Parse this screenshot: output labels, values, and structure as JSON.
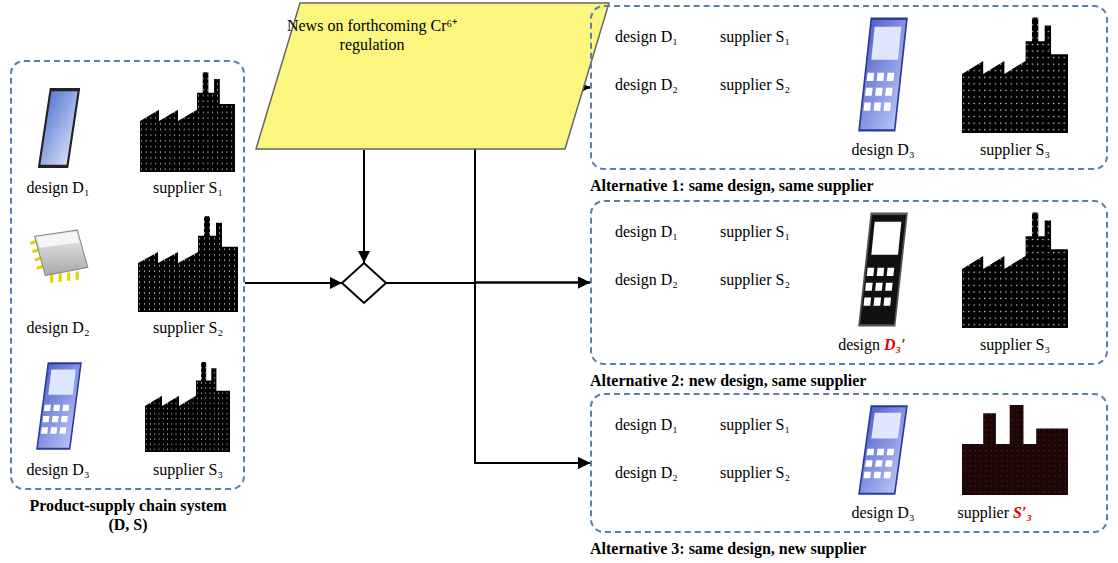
{
  "diagram": {
    "nodes": [
      {
        "text": [
          "design D₁",
          "supplier S₁",
          "design D₂",
          "supplier S₂",
          "design D₃",
          "supplier S₃",
          "Product-supply chain system (D, S)"
        ]
      },
      {
        "text": [
          "News on forthcoming Cr⁶⁺ regulation"
        ]
      },
      {
        "text": [
          "design D₁",
          "supplier S₁",
          "design D₂",
          "supplier S₂",
          "design D₃",
          "supplier S₃",
          "Alternative 1: same design, same supplier"
        ]
      },
      {
        "text": [
          "design D₁",
          "supplier S₁",
          "design D₂",
          "supplier S₂",
          "design",
          "D₃′",
          "supplier S₃",
          "Alternative 2: new design, same supplier"
        ]
      },
      {
        "text": [
          "design D₁",
          "supplier S₁",
          "design D₂",
          "supplier S₂",
          "design D₃",
          "supplier",
          "S′₃",
          "Alternative 3: same design, new supplier"
        ]
      }
    ],
    "edges": [
      {
        "from": 0,
        "to": 2,
        "arrow": "to"
      },
      {
        "from": 0,
        "to": 3,
        "arrow": "to"
      },
      {
        "from": 0,
        "to": 4,
        "arrow": "to"
      },
      {
        "from": 1,
        "to": 2,
        "arrow": "to"
      },
      {
        "from": 1,
        "to": 3,
        "arrow": "to"
      },
      {
        "from": 1,
        "to": 4,
        "arrow": "to"
      }
    ]
  }
}
